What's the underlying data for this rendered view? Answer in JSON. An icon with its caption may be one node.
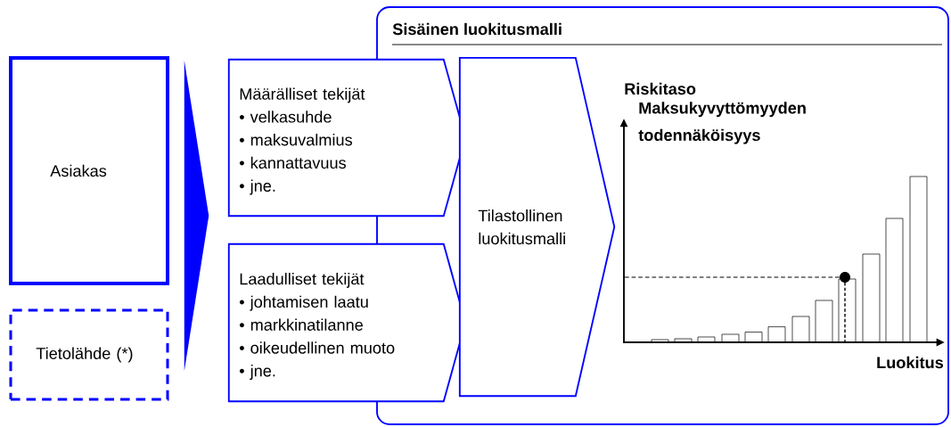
{
  "diagram": {
    "nodes": [
      {
        "text": [
          "Asiakas"
        ]
      },
      {
        "text": [
          "Tietolähde (*)"
        ]
      },
      {
        "text": [],
        "shape": "triangle"
      },
      {
        "text": [
          "Sisäinen luokitusmalli"
        ]
      },
      {
        "text": [
          "Määrälliset tekijät",
          "• velkasuhde",
          "• maksuvalmius",
          "• kannattavuus",
          "• jne."
        ]
      },
      {
        "text": [
          "Laadulliset tekijät",
          "•  johtamisen laatu",
          "•  markkinatilanne",
          "•  oikeudellinen muoto",
          "•  jne."
        ]
      },
      {
        "text": [
          "Tilastollinen luokitusmalli"
        ],
        "in": 3
      }
    ],
    "labels": [
      "Riskitaso",
      "Maksukyvyttömyyden todennäköisyys",
      "Luokitus"
    ]
  }
}
